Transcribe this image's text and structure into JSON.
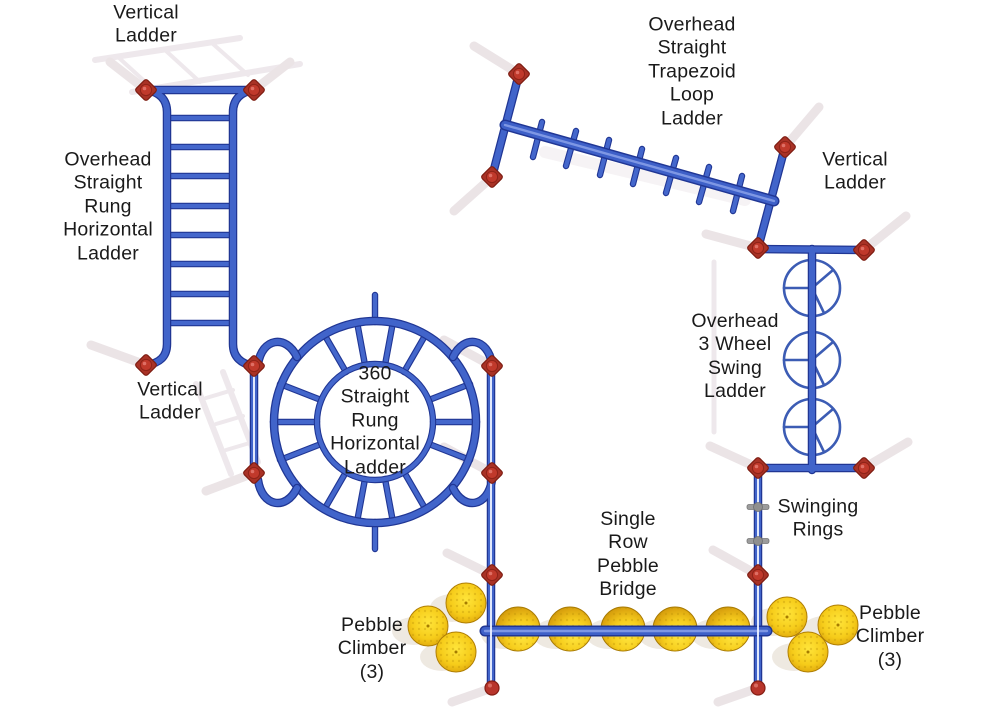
{
  "diagram": {
    "title_hidden": "",
    "labels": [
      {
        "id": "vertical-ladder-nw",
        "text": "Vertical\nLadder"
      },
      {
        "id": "overhead-straight-rung-horizontal-ladder",
        "text": "Overhead\nStraight\nRung\nHorizontal\nLadder"
      },
      {
        "id": "vertical-ladder-w",
        "text": "Vertical\nLadder"
      },
      {
        "id": "360-straight-rung-horizontal-ladder",
        "text": "360\nStraight\nRung\nHorizontal\nLadder"
      },
      {
        "id": "overhead-straight-trapezoid-loop-ladder",
        "text": "Overhead\nStraight\nTrapezoid\nLoop\nLadder"
      },
      {
        "id": "vertical-ladder-e",
        "text": "Vertical\nLadder"
      },
      {
        "id": "overhead-3-wheel-swing-ladder",
        "text": "Overhead\n3 Wheel\nSwing\nLadder"
      },
      {
        "id": "swinging-rings",
        "text": "Swinging\nRings"
      },
      {
        "id": "single-row-pebble-bridge",
        "text": "Single\nRow\nPebble\nBridge"
      },
      {
        "id": "pebble-climber-left",
        "text": "Pebble\nClimber\n(3)"
      },
      {
        "id": "pebble-climber-right",
        "text": "Pebble\nClimber\n(3)"
      }
    ],
    "counts": {
      "pebble_bridge_pebbles": 5,
      "pebble_climber_left_pebbles": 3,
      "pebble_climber_right_pebbles": 3,
      "swing_wheels": 3,
      "swinging_ring_clamps": 2,
      "ladder_rungs": 8,
      "trapezoid_loop_rungs": 7
    },
    "colors": {
      "background": "#FFFFFF",
      "structure_blue": "#4164CA",
      "structure_outline": "#203694",
      "post_red": "#C0392B",
      "post_dark_red": "#7E1D12",
      "pebble_yellow": "#F6CC1A",
      "pebble_gold_edge": "#C9920A",
      "clamp_gray": "#9C9C9C",
      "shadow_ghost": "#ECE6EA",
      "label_text": "#1A1A1A"
    }
  }
}
